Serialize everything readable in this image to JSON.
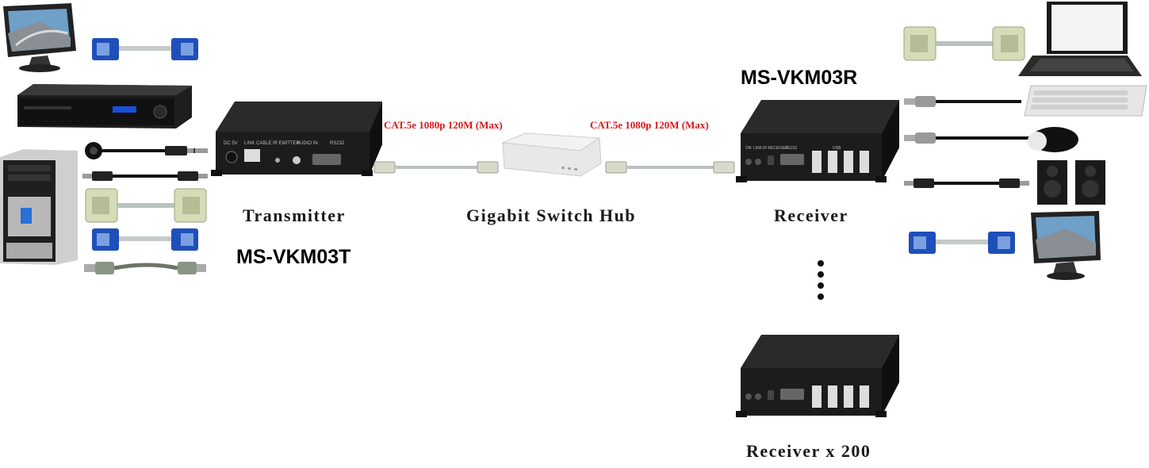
{
  "labels": {
    "transmitter": "Transmitter",
    "transmitter_model": "MS-VKM03T",
    "switch": "Gigabit Switch Hub",
    "receiver": "Receiver",
    "receiver_model": "MS-VKM03R",
    "receiver_multi": "Receiver x 200"
  },
  "links": {
    "left": "CAT.5e 1080p 120M (Max)",
    "right": "CAT.5e 1080p 120M (Max)"
  },
  "transmitter_panel": [
    "DC 5V",
    "LINK CABLE",
    "IR EMITTER",
    "AUDIO IN",
    "RS232"
  ],
  "receiver_panel": [
    "ON",
    "LINK",
    "IR RECEIVER",
    "RS232",
    "USB"
  ],
  "colors": {
    "link_text": "#d7191c",
    "device_body": "#1c1c1c",
    "vga_blue": "#1f4fb8",
    "cable_gray": "#b9c2c0"
  }
}
